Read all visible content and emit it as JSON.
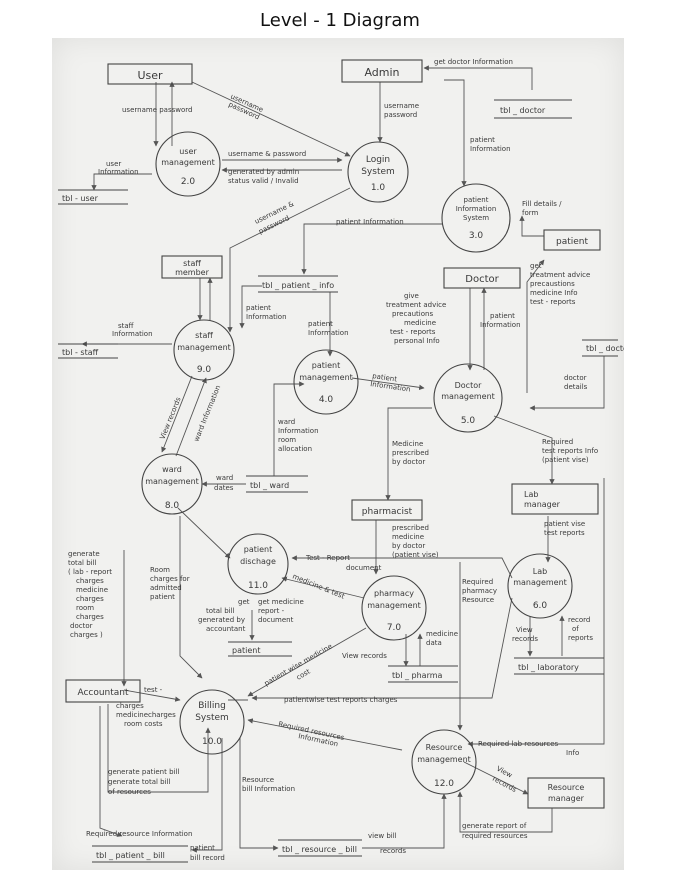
{
  "title": "Level - 1 Diagram",
  "colors": {
    "paper": "#f1f1ef",
    "ink": "#3a3a3a",
    "page": "#ffffff"
  },
  "entities": {
    "user": "User",
    "admin": "Admin",
    "staff_member": [
      "staff",
      "member"
    ],
    "doctor": "Doctor",
    "patient": "patient",
    "pharmacist": "pharmacist",
    "lab_manager": [
      "Lab",
      "manager"
    ],
    "accountant": "Accountant",
    "resource_manager": [
      "Resource",
      "manager"
    ]
  },
  "processes": {
    "p1": {
      "name": [
        "Login",
        "System"
      ],
      "num": "1.0"
    },
    "p2": {
      "name": [
        "user",
        "management"
      ],
      "num": "2.0"
    },
    "p3": {
      "name": [
        "patient",
        "Information",
        "System"
      ],
      "num": "3.0"
    },
    "p4": {
      "name": [
        "patient",
        "management"
      ],
      "num": "4.0"
    },
    "p5": {
      "name": [
        "Doctor",
        "management"
      ],
      "num": "5.0"
    },
    "p6": {
      "name": [
        "Lab",
        "management"
      ],
      "num": "6.0"
    },
    "p7": {
      "name": [
        "pharmacy",
        "management"
      ],
      "num": "7.0"
    },
    "p8": {
      "name": [
        "ward",
        "management"
      ],
      "num": "8.0"
    },
    "p9": {
      "name": [
        "staff",
        "management"
      ],
      "num": "9.0"
    },
    "p10": {
      "name": [
        "Billing",
        "System"
      ],
      "num": "10.0"
    },
    "p11": {
      "name": [
        "patient",
        "dischage"
      ],
      "num": "11.0"
    },
    "p12": {
      "name": [
        "Resource",
        "management"
      ],
      "num": "12.0"
    }
  },
  "stores": {
    "tbl_user": "tbl - user",
    "tbl_doctor_top": "tbl _ doctor",
    "tbl_staff": "tbl - staff",
    "tbl_patient_info": "tbl _ patient _ info",
    "tbl_doctor_right": "tbl _ doctor",
    "tbl_ward": "tbl _ ward",
    "patient_store": "patient",
    "tbl_pharma": "tbl _ pharma",
    "tbl_laboratory": "tbl _ laboratory",
    "tbl_patient_bill": "tbl _ patient _ bill",
    "tbl_resource_bill": "tbl _ resource _ bill"
  },
  "flows": {
    "get_doctor_info": "get doctor Information",
    "user_pw_admin": [
      "username",
      "password"
    ],
    "user_pw_user": "username password",
    "user_pw_diag": [
      "username",
      "password"
    ],
    "user_info": [
      "user",
      "Information"
    ],
    "generated_by_admin": [
      "username & password",
      "generated by admin",
      "status valid / Invalid"
    ],
    "patient_information_a": [
      "patient",
      "Information"
    ],
    "fill_details": [
      "Fill details /",
      "form"
    ],
    "user_pw_staff": [
      "username &",
      "password"
    ],
    "patient_information_b": "patient Information",
    "get_treatment": [
      "get",
      "treatment advice",
      "precaustions",
      "medicine Info",
      "test - reports"
    ],
    "staff_info": [
      "staff",
      "Information"
    ],
    "patient_info_c": [
      "patient",
      "Information"
    ],
    "patient_info_d": [
      "patient",
      "Information"
    ],
    "give_treatment": [
      "give",
      "treatment advice",
      "precautions",
      "medicine",
      "test - reports",
      "personal Info"
    ],
    "patient_info_e": [
      "patient",
      "Information"
    ],
    "patient_info_f": [
      "patient",
      "Information"
    ],
    "doctor_details": [
      "doctor",
      "details"
    ],
    "view_records_a": "View records",
    "ward_information_diag": "ward Information",
    "ward_info_room": [
      "ward",
      "Information",
      "room",
      "allocation"
    ],
    "medicine_prescribed": [
      "Medicine",
      "prescribed",
      "by doctor"
    ],
    "required_test_reports": [
      "Required",
      "test reports Info",
      "(patient vise)"
    ],
    "ward_dates": [
      "ward",
      "dates"
    ],
    "prescribed_medicine": [
      "prescribed",
      "medicine",
      "by doctor",
      "(patient vise)"
    ],
    "patient_vise_tests": [
      "patient vise",
      "test reports"
    ],
    "generate_total_bill": [
      "generate",
      "total bill",
      "( lab - report",
      "charges",
      "medicine",
      "charges",
      "room",
      "charges",
      "doctor",
      "charges )"
    ],
    "room_charges": [
      "Room",
      "charges for",
      "admitted",
      "patient"
    ],
    "test_report_document": [
      "Test - Report",
      "document"
    ],
    "medicine_and_test": "medicine & test",
    "required_pharmacy": [
      "Required",
      "pharmacy",
      "Resource"
    ],
    "get_total_bill": [
      "get",
      "total bill",
      "generated by",
      "accountant"
    ],
    "get_medicine_report": [
      "get medicine",
      "report -",
      "document"
    ],
    "medicine_data": [
      "medicine",
      "data"
    ],
    "view_records_b": [
      "View",
      "records"
    ],
    "record_of_reports": [
      "record",
      "of",
      "reports"
    ],
    "view_records_c": "View records",
    "patient_wise_medicine": [
      "patient wise medicine",
      "cost"
    ],
    "test_charges_list": [
      "test -",
      "charges",
      "medicine",
      "charges",
      "room costs"
    ],
    "patientwise_test_charges": "patientwise test reports charges",
    "generate_patient_bill": [
      "generate patient bill",
      "generate total bill",
      "of resources"
    ],
    "required_resources_info": [
      "Required resources",
      "Information"
    ],
    "required_lab_resources": [
      "Required lab resources",
      "Info"
    ],
    "view_records_d": [
      "View",
      "records"
    ],
    "resource_bill_info": [
      "Resource",
      "bill Information"
    ],
    "view_bill_records": [
      "view bill",
      "records"
    ],
    "generate_report_resources": [
      "generate report of",
      "required resources"
    ],
    "required_resource_info_bottom": "Required resource Information",
    "patient_bill_record": [
      "patient",
      "bill record"
    ]
  }
}
